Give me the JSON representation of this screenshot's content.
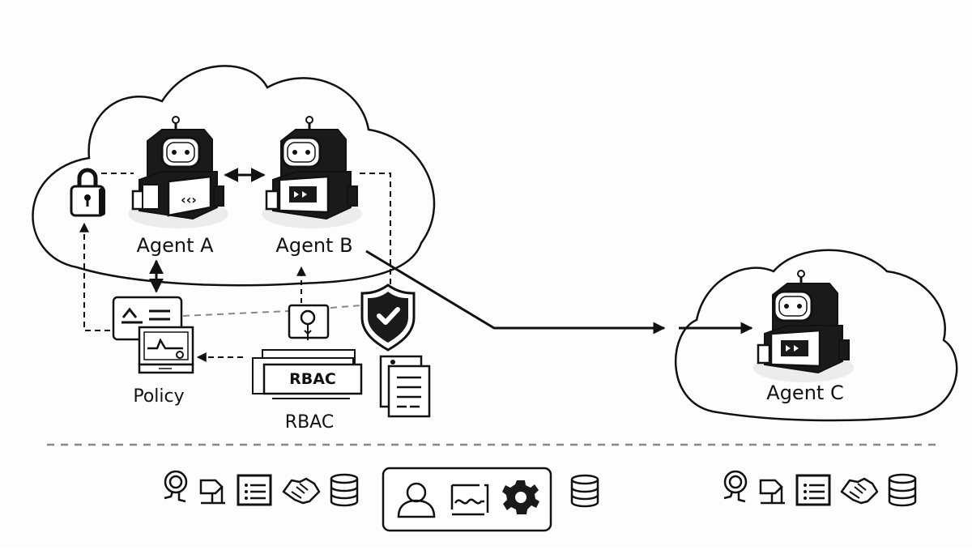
{
  "diagram": {
    "agents": [
      {
        "id": "A",
        "label": "Agent A",
        "screen_icon": "code-brackets"
      },
      {
        "id": "B",
        "label": "Agent B",
        "screen_icon": "forward-arrows"
      },
      {
        "id": "C",
        "label": "Agent C",
        "screen_icon": "forward-arrows"
      }
    ],
    "components": {
      "policy_label": "Policy",
      "rbac_label": "RBAC",
      "rbac_card_text": "RBAC"
    },
    "icons": {
      "lock": "lock-icon",
      "shield": "shield-check-icon",
      "document": "document-icon",
      "certificate": "certificate-icon",
      "policy_card": "policy-card-icon",
      "monitor": "monitor-icon"
    },
    "connections": [
      {
        "from": "Agent A",
        "to": "Agent B",
        "style": "solid",
        "direction": "bidirectional"
      },
      {
        "from": "Agent B",
        "to": "Agent C",
        "style": "solid",
        "direction": "forward"
      },
      {
        "from": "Agent A",
        "to": "Policy",
        "style": "solid",
        "direction": "bidirectional"
      },
      {
        "from": "Policy",
        "to": "Lock",
        "style": "dashed",
        "direction": "forward"
      },
      {
        "from": "RBAC",
        "to": "Agent B",
        "style": "dashed",
        "direction": "forward"
      },
      {
        "from": "RBAC",
        "to": "Policy",
        "style": "dashed",
        "direction": "forward"
      },
      {
        "from": "Agent B",
        "to": "Shield",
        "style": "dashed",
        "direction": "none"
      }
    ],
    "bottom_bar": {
      "left_group": [
        "identity-badge-icon",
        "signpost-icon",
        "list-window-icon",
        "handshake-icon",
        "database-icon"
      ],
      "center_group": [
        "user-icon",
        "chart-window-icon",
        "gear-icon"
      ],
      "center_trailing": [
        "database-icon"
      ],
      "right_group": [
        "identity-badge-icon",
        "signpost-icon",
        "list-window-icon",
        "handshake-icon",
        "database-icon"
      ]
    }
  }
}
